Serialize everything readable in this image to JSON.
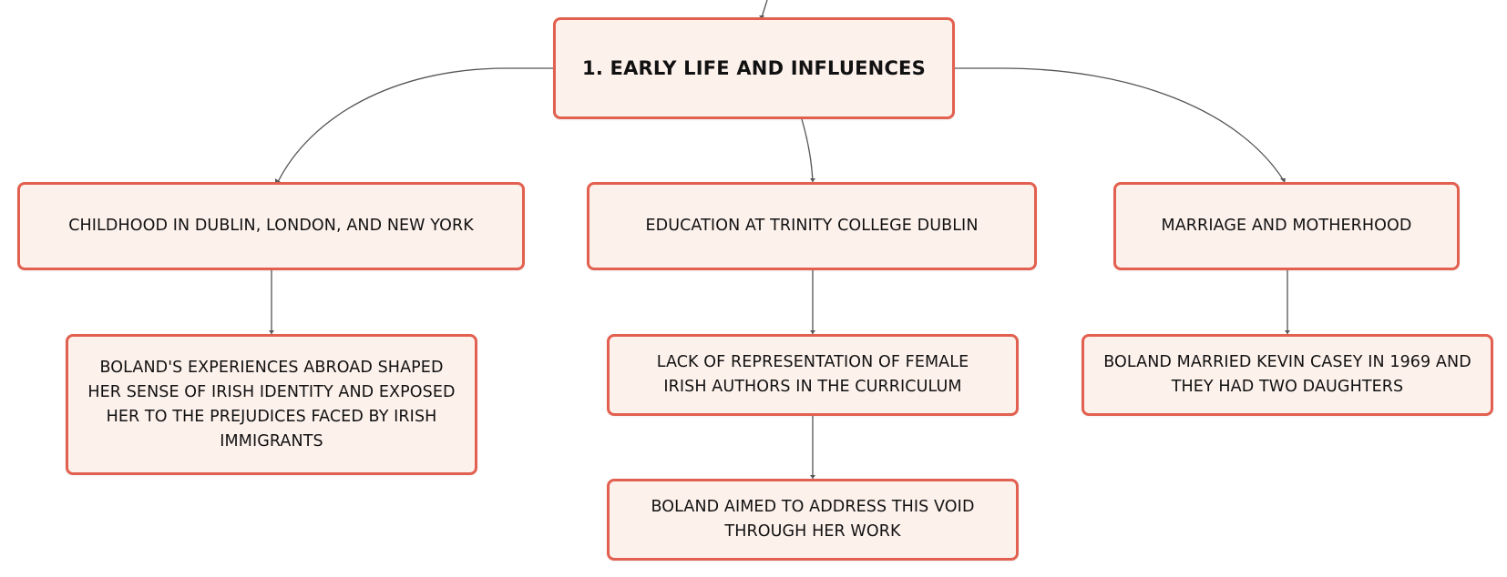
{
  "diagram": {
    "root": {
      "label": "1. EARLY LIFE AND INFLUENCES"
    },
    "branches": [
      {
        "label": "CHILDHOOD IN DUBLIN, LONDON, AND NEW YORK",
        "children": [
          {
            "label": "BOLAND'S EXPERIENCES ABROAD SHAPED HER SENSE OF IRISH IDENTITY AND EXPOSED HER TO THE PREJUDICES FACED BY IRISH IMMIGRANTS"
          }
        ]
      },
      {
        "label": "EDUCATION AT TRINITY COLLEGE DUBLIN",
        "children": [
          {
            "label": "LACK OF REPRESENTATION OF FEMALE IRISH AUTHORS IN THE CURRICULUM",
            "children": [
              {
                "label": "BOLAND AIMED TO ADDRESS THIS VOID THROUGH HER WORK"
              }
            ]
          }
        ]
      },
      {
        "label": "MARRIAGE AND MOTHERHOOD",
        "children": [
          {
            "label": "BOLAND MARRIED KEVIN CASEY IN 1969 AND THEY HAD TWO DAUGHTERS"
          }
        ]
      }
    ]
  },
  "colors": {
    "node_border": "#e2604f",
    "node_fill": "#fdf1ec",
    "connector": "#555555",
    "text": "#111111"
  }
}
